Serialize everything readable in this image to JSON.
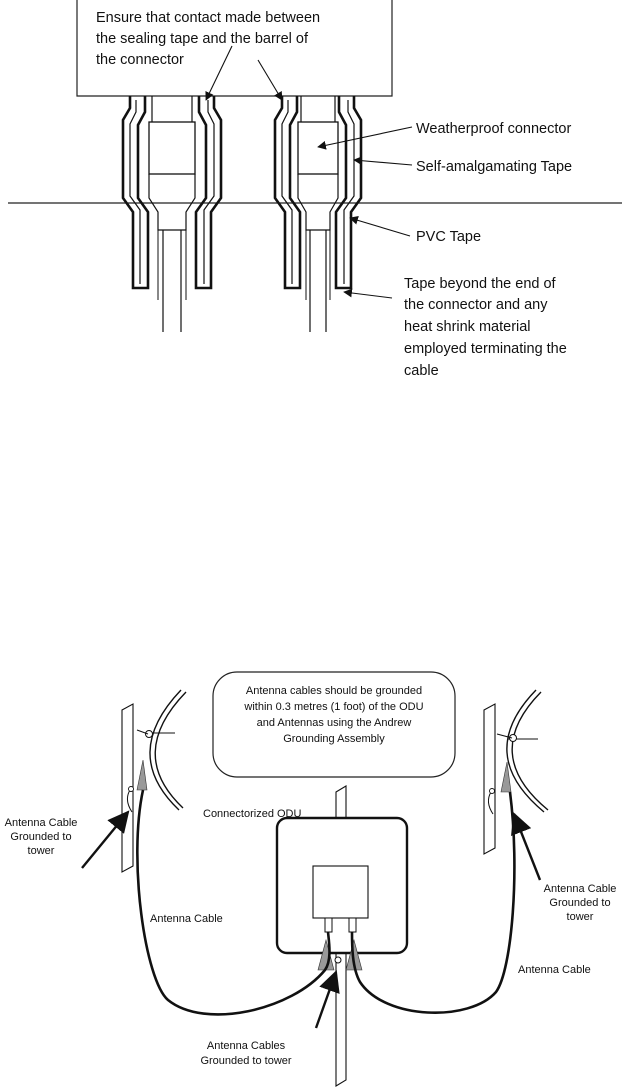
{
  "top": {
    "callout_lines": [
      "Ensure that contact made between",
      "the sealing tape and the barrel of",
      "the connector"
    ],
    "labels": {
      "connector": "Weatherproof connector",
      "tape": "Self-amalgamating Tape",
      "pvc": "PVC Tape"
    },
    "note_lines": [
      "Tape beyond the end of",
      "the connector and any",
      "heat shrink material",
      "employed terminating the",
      "cable"
    ]
  },
  "bottom": {
    "callout_lines": [
      "Antenna cables should be grounded",
      "within 0.3 metres (1 foot) of the ODU",
      "and Antennas using the Andrew",
      "Grounding Assembly"
    ],
    "odu_label": "Connectorized ODU",
    "left_ground_lines": [
      "Antenna Cable",
      "Grounded to",
      "tower"
    ],
    "right_ground_lines": [
      "Antenna Cable",
      "Grounded to",
      "tower"
    ],
    "left_cable_label": "Antenna Cable",
    "right_cable_label": "Antenna Cable",
    "center_ground_lines": [
      "Antenna Cables",
      "Grounded to tower"
    ]
  }
}
